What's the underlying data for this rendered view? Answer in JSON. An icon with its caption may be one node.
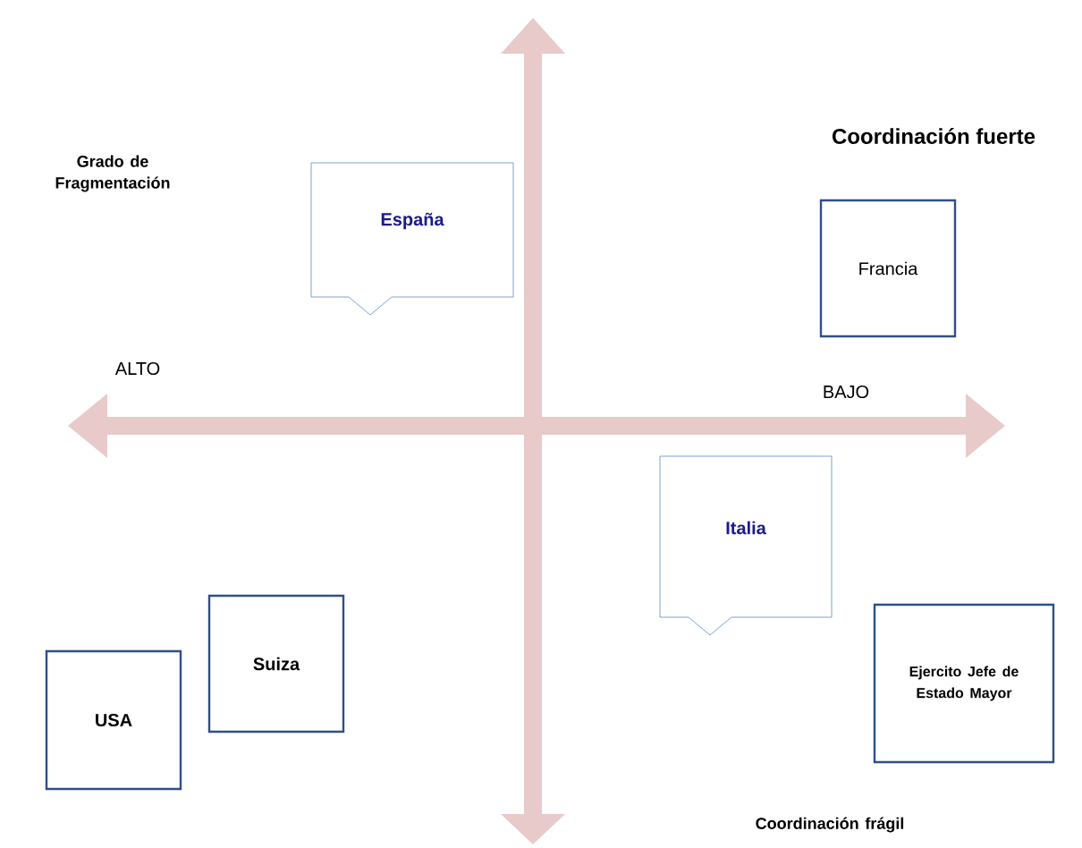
{
  "diagram": {
    "nodes": [
      {
        "text": [
          "España"
        ]
      },
      {
        "text": [
          "Francia"
        ]
      },
      {
        "text": [
          "Italia"
        ]
      },
      {
        "text": [
          "Suiza"
        ]
      },
      {
        "text": [
          "USA"
        ]
      },
      {
        "text": [
          "Ejercito Jefe de Estado Mayor"
        ]
      }
    ],
    "labels": [
      "Grado de Fragmentación",
      "Coordinación fuerte",
      "ALTO",
      "BAJO",
      "Coordinación frágil"
    ]
  }
}
